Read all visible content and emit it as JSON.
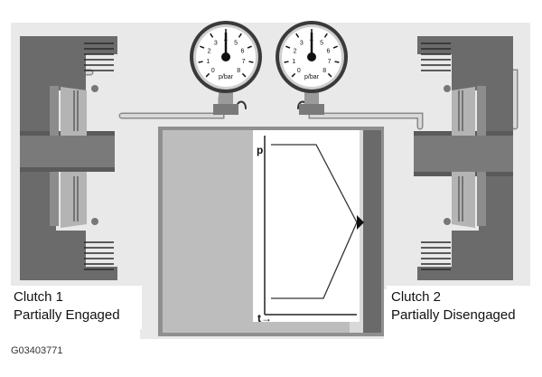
{
  "gauges": [
    {
      "unit": "p/bar",
      "scale": [
        "0",
        "1",
        "2",
        "3",
        "4",
        "5",
        "6",
        "7",
        "8"
      ]
    },
    {
      "unit": "p/bar",
      "scale": [
        "0",
        "1",
        "2",
        "3",
        "4",
        "5",
        "6",
        "7",
        "8"
      ]
    }
  ],
  "graph": {
    "y_axis": "p",
    "x_axis": "t→"
  },
  "clutch_left": {
    "line1": "Clutch 1",
    "line2": "Partially Engaged"
  },
  "clutch_right": {
    "line1": "Clutch 2",
    "line2": "Partially Disengaged"
  },
  "figure_id": "G03403771",
  "colors": {
    "background": "#e9e9e9",
    "housing": "#5c5c5c",
    "box_fill": "#bdbdbd",
    "plot": "#ffffff",
    "pipe": "#d6d6d6"
  }
}
